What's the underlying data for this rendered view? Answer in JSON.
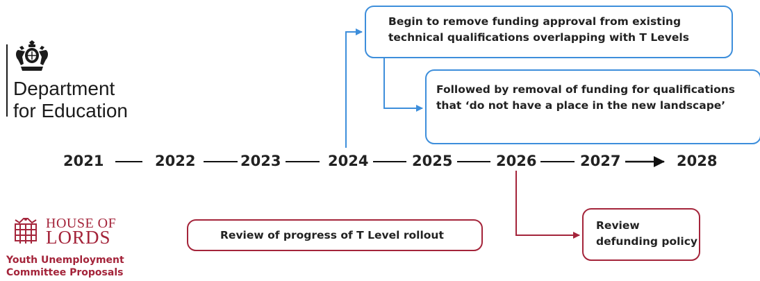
{
  "dfe": {
    "line1": "Department",
    "line2": "for Education"
  },
  "timeline": {
    "years": [
      "2021",
      "2022",
      "2023",
      "2024",
      "2025",
      "2026",
      "2027",
      "2028"
    ]
  },
  "boxes": {
    "begin": "Begin to remove funding approval from existing technical qualifications overlapping with T Levels",
    "followed": "Followed by removal of funding for qualifications that ‘do not have a place in the new landscape’",
    "review_progress": "Review of progress of T Level rollout",
    "review_defund_line1": "Review",
    "review_defund_line2": "defunding policy"
  },
  "house_of_lords": {
    "line1": "HOUSE OF",
    "line2": "LORDS",
    "subtitle_line1": "Youth Unemployment",
    "subtitle_line2": "Committee Proposals"
  },
  "colors": {
    "blue": "#3d8edb",
    "red": "#a4243a",
    "text": "#222222"
  }
}
